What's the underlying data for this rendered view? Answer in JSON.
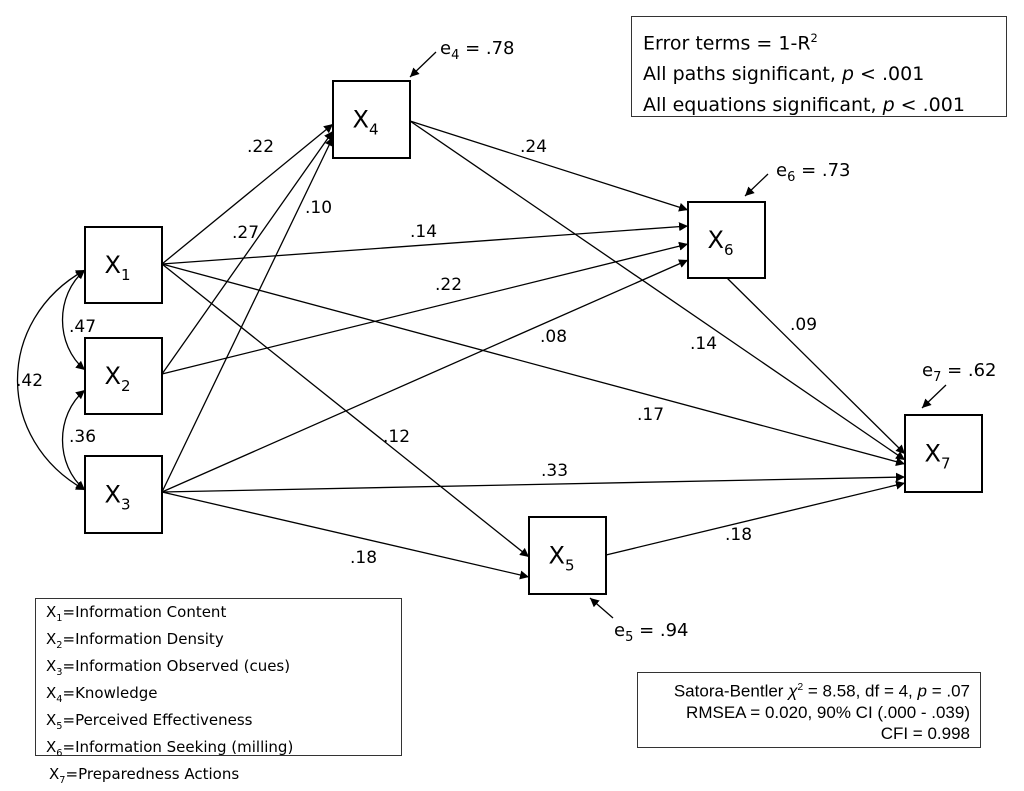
{
  "notes": {
    "line1_text": "Error terms = 1-R",
    "line1_sup": "2",
    "line2_text": "All paths significant, ",
    "line2_p": "p",
    "line2_val": " < .001",
    "line3_text": "All equations significant, ",
    "line3_p": "p",
    "line3_val": " < .001"
  },
  "nodes": [
    {
      "id": "X1",
      "letter": "X",
      "sub": "1"
    },
    {
      "id": "X2",
      "letter": "X",
      "sub": "2"
    },
    {
      "id": "X3",
      "letter": "X",
      "sub": "3"
    },
    {
      "id": "X4",
      "letter": "X",
      "sub": "4"
    },
    {
      "id": "X5",
      "letter": "X",
      "sub": "5"
    },
    {
      "id": "X6",
      "letter": "X",
      "sub": "6"
    },
    {
      "id": "X7",
      "letter": "X",
      "sub": "7"
    }
  ],
  "paths": [
    {
      "from": "X1",
      "to": "X4",
      "coef": ".22"
    },
    {
      "from": "X2",
      "to": "X4",
      "coef": ".27"
    },
    {
      "from": "X3",
      "to": "X4",
      "coef": ".10"
    },
    {
      "from": "X1",
      "to": "X6",
      "coef": ".14"
    },
    {
      "from": "X2",
      "to": "X6",
      "coef": ".22"
    },
    {
      "from": "X3",
      "to": "X6",
      "coef": ".08"
    },
    {
      "from": "X4",
      "to": "X6",
      "coef": ".24"
    },
    {
      "from": "X4",
      "to": "X7",
      "coef": ".14"
    },
    {
      "from": "X6",
      "to": "X7",
      "coef": ".09"
    },
    {
      "from": "X1",
      "to": "X7",
      "coef": ".17"
    },
    {
      "from": "X3",
      "to": "X7",
      "coef": ".33"
    },
    {
      "from": "X1",
      "to": "X5",
      "coef": ".12"
    },
    {
      "from": "X3",
      "to": "X5",
      "coef": ".18"
    },
    {
      "from": "X5",
      "to": "X7",
      "coef": ".18"
    }
  ],
  "correlations": [
    {
      "a": "X1",
      "b": "X2",
      "coef": ".47"
    },
    {
      "a": "X2",
      "b": "X3",
      "coef": ".36"
    },
    {
      "a": "X1",
      "b": "X3",
      "coef": ".42"
    }
  ],
  "errors": [
    {
      "node": "X4",
      "prefix": "e",
      "sub": "4",
      "value": " = .78"
    },
    {
      "node": "X6",
      "prefix": "e",
      "sub": "6",
      "value": " = .73"
    },
    {
      "node": "X7",
      "prefix": "e",
      "sub": "7",
      "value": " = .62"
    },
    {
      "node": "X5",
      "prefix": "e",
      "sub": "5",
      "value": " = .94"
    }
  ],
  "legend": [
    {
      "letter": "X",
      "sub": "1",
      "text": "=Information Content"
    },
    {
      "letter": "X",
      "sub": "2",
      "text": "=Information Density"
    },
    {
      "letter": "X",
      "sub": "3",
      "text": "=Information Observed (cues)"
    },
    {
      "letter": "X",
      "sub": "4",
      "text": "=Knowledge"
    },
    {
      "letter": "X",
      "sub": "5",
      "text": "=Perceived Effectiveness"
    },
    {
      "letter": "X",
      "sub": "6",
      "text": "=Information Seeking (milling)"
    },
    {
      "letter": "X",
      "sub": "7",
      "text": "=Preparedness Actions"
    }
  ],
  "fit": {
    "line1_pre": "Satora-Bentler ",
    "chi": "χ",
    "chi_sup": "2",
    "line1_mid": " = 8.58, df = 4, ",
    "p": "p",
    "line1_end": " = .07",
    "line2": "RMSEA = 0.020, 90% CI  (.000 - .039)",
    "line3": "CFI = 0.998"
  }
}
